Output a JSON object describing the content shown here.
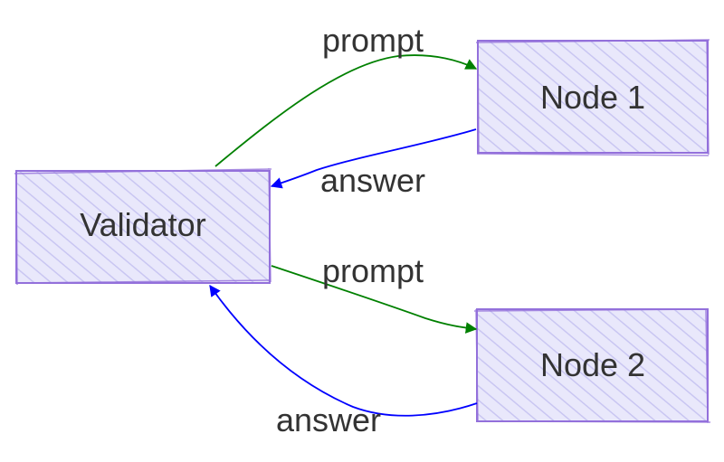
{
  "colors": {
    "node_fill": "#e9e8fb",
    "node_hatch": "#c9c6f2",
    "node_stroke": "#9370db",
    "prompt_edge": "#008000",
    "answer_edge": "#0000ff",
    "text": "#333333"
  },
  "nodes": {
    "validator": {
      "label": "Validator"
    },
    "node1": {
      "label": "Node 1"
    },
    "node2": {
      "label": "Node 2"
    }
  },
  "edges": {
    "validator_to_node1": {
      "label": "prompt"
    },
    "node1_to_validator": {
      "label": "answer"
    },
    "validator_to_node2": {
      "label": "prompt"
    },
    "node2_to_validator": {
      "label": "answer"
    }
  }
}
